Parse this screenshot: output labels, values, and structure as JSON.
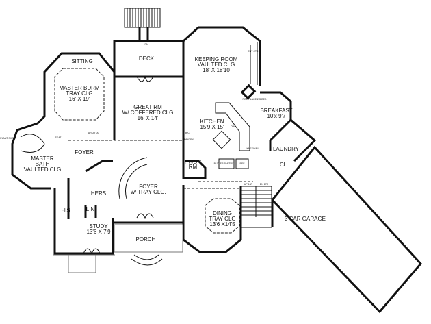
{
  "rooms": {
    "sitting": "SITTING",
    "master_bdrm": [
      "MASTER BDRM",
      "TRAY CLG",
      "16' X 19'"
    ],
    "deck": "DECK",
    "great_rm": [
      "GREAT RM",
      "W/ COFFERED CLG",
      "16' X 14'"
    ],
    "keeping_room": [
      "KEEPING ROOM",
      "VAULTED CLG",
      "18' X 18'10"
    ],
    "kitchen": [
      "KITCHEN",
      "15'9 X 15'"
    ],
    "breakfast": [
      "BREAKFAST",
      "10'x 9'7"
    ],
    "laundry": "LAUNDRY",
    "cl": "CL",
    "foyer_small": "FOYER",
    "master_bath": [
      "MASTER",
      "BATH",
      "VAULTED CLG"
    ],
    "hers": "HERS",
    "his": "HIS",
    "lin": "LIN",
    "study": [
      "STUDY",
      "13'6 X 7'9"
    ],
    "pwdr": [
      "PWDR",
      "RM"
    ],
    "foyer": [
      "FOYER",
      "w/ TRAY CLG."
    ],
    "dining": [
      "DINING",
      "TRAY CLG",
      "13'6 X14'5"
    ],
    "porch": "PORCH",
    "garage": "3 CAR GARAGE"
  },
  "notes": {
    "dn": "DN",
    "arch_od": "ARCH OD",
    "plant_shelf": "PLANT SHELF",
    "seat": "SEAT",
    "pantry": "PANTRY",
    "butler_pantry": "BUTLER PANTRY",
    "ref": "REF",
    "dw": "DW",
    "kneewall": "KNEEWALL",
    "fireplace": "FIRE PLACE 2 SIDED",
    "ent_ctr": "ENT CTR",
    "up": "UP 16R",
    "dn17": "DN 17R",
    "bc": "B/C"
  }
}
